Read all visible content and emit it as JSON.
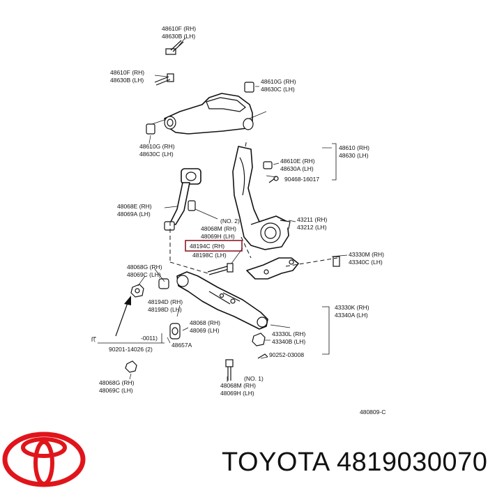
{
  "labels": {
    "bolt_top_rh": "48610F (RH)",
    "bolt_top_lh": "48630B (LH)",
    "bolt_mid_rh": "48610F (RH)",
    "bolt_mid_lh": "48630B (LH)",
    "bush_right_rh": "48610G (RH)",
    "bush_right_lh": "48630C (LH)",
    "bush_left_rh": "48610G (RH)",
    "bush_left_lh": "48630C (LH)",
    "ball_rh": "48610E (RH)",
    "ball_lh": "48630A (LH)",
    "cotter": "90468-16017",
    "arm_rh": "48610 (RH)",
    "arm_lh": "48630 (LH)",
    "strut_rh": "48068E (RH)",
    "strut_lh": "48069A (LH)",
    "no2": "(NO. 2)",
    "no2_rh": "48068M (RH)",
    "no2_lh": "48069H (LH)",
    "knuckle_rh": "43211 (RH)",
    "knuckle_lh": "43212 (LH)",
    "selected_rh": "48194C (RH)",
    "selected_lh": "48198C (LH)",
    "nut_rh": "48068G (RH)",
    "nut_lh": "48069C (LH)",
    "ltr_rh": "48194D (RH)",
    "ltr_lh": "48198D (LH)",
    "low_rh": "48068 (RH)",
    "low_lh": "48069 (LH)",
    "washer": "48657A",
    "paren_open": "(",
    "paren_code": "-0011)",
    "screw": "90201-14026 (2)",
    "nut2_rh": "48068G (RH)",
    "nut2_lh": "48069C (LH)",
    "no1": "(NO. 1)",
    "no1_rh": "48068M (RH)",
    "no1_lh": "48069H (LH)",
    "sup_rh": "43330M (RH)",
    "sup_lh": "43340C (LH)",
    "bj_rh": "43330K (RH)",
    "bj_lh": "43340A (LH)",
    "bjl_rh": "43330L (RH)",
    "bjl_lh": "43340B (LH)",
    "pin": "90252-03008",
    "drawing_code": "480809-C"
  },
  "brand": "TOYOTA",
  "part_number": "4819030070"
}
